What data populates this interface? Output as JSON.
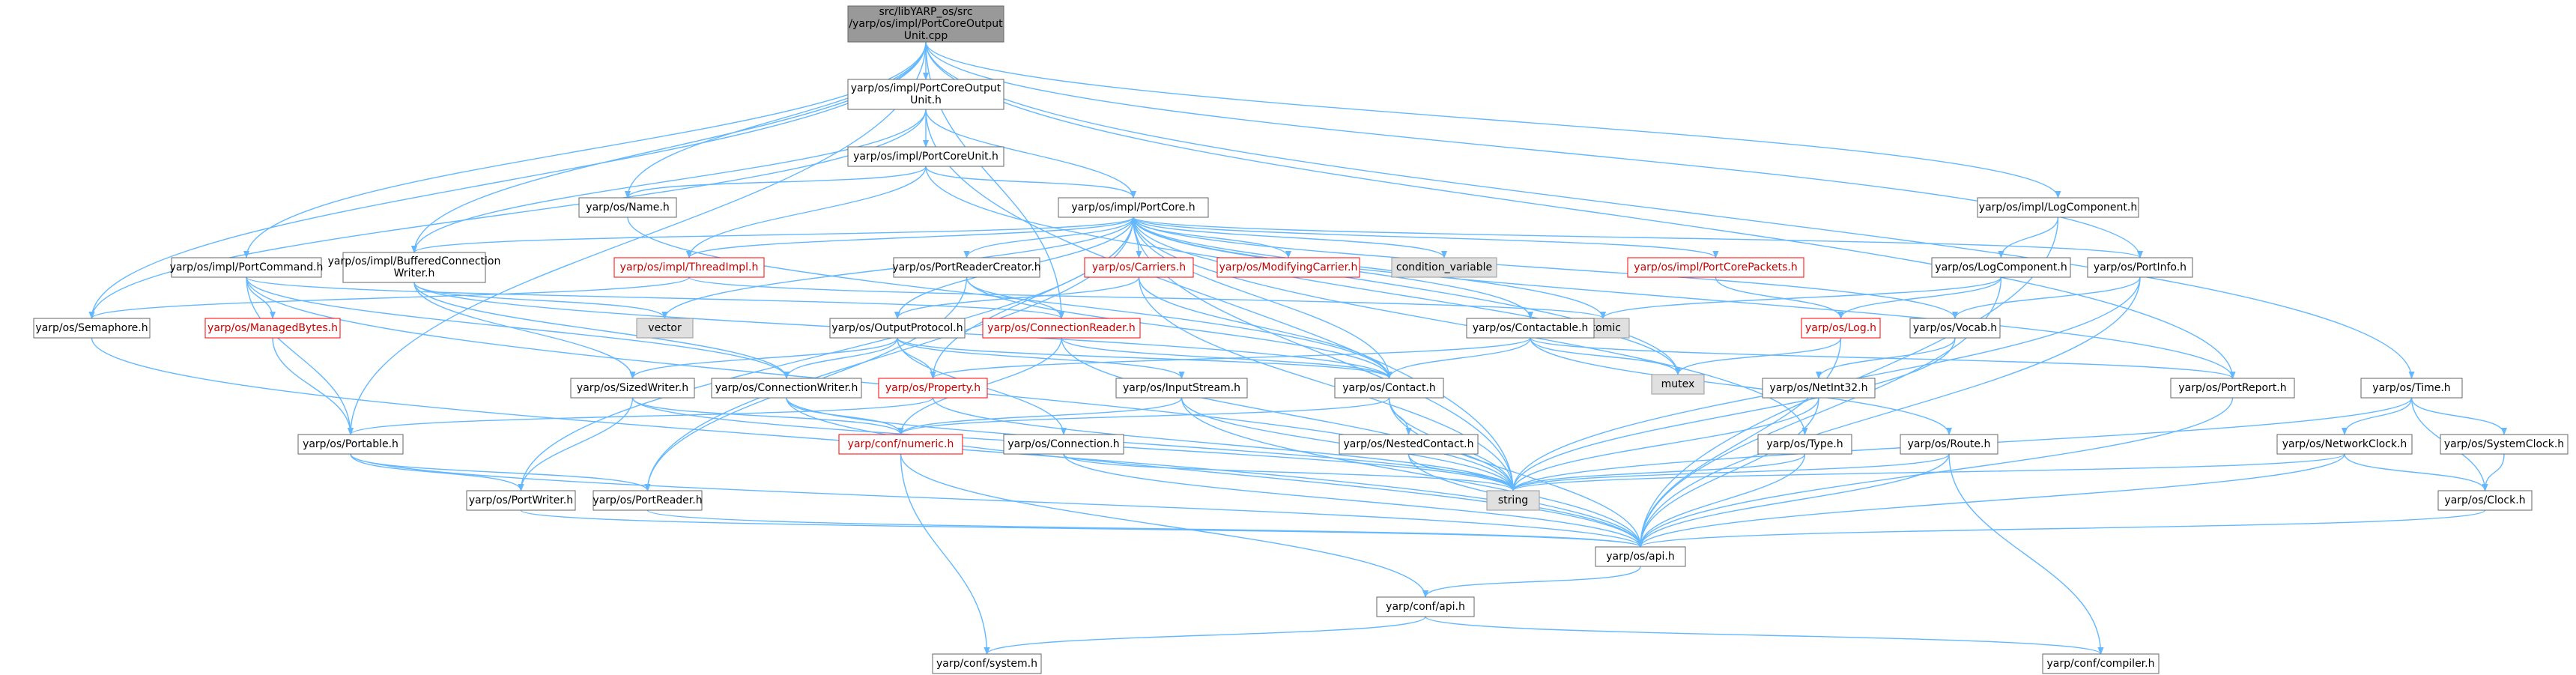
{
  "colors": {
    "edge": "#63b8ff",
    "root_fill": "#999999",
    "node_fill": "#ffffff",
    "node_border": "#666666",
    "external_fill": "#e0e0e0",
    "truncated_border": "#ff0000"
  },
  "nodes": [
    {
      "id": "root",
      "lines": [
        "src/libYARP_os/src",
        "/yarp/os/impl/PortCoreOutput",
        "Unit.cpp"
      ],
      "kind": "root"
    },
    {
      "id": "pcou_h",
      "lines": [
        "yarp/os/impl/PortCoreOutput",
        "Unit.h"
      ],
      "kind": "plain"
    },
    {
      "id": "pcu_h",
      "lines": [
        "yarp/os/impl/PortCoreUnit.h"
      ],
      "kind": "plain"
    },
    {
      "id": "name_h",
      "lines": [
        "yarp/os/Name.h"
      ],
      "kind": "plain"
    },
    {
      "id": "portcore_h",
      "lines": [
        "yarp/os/impl/PortCore.h"
      ],
      "kind": "plain"
    },
    {
      "id": "logcomp_impl_h",
      "lines": [
        "yarp/os/impl/LogComponent.h"
      ],
      "kind": "plain"
    },
    {
      "id": "portcommand_h",
      "lines": [
        "yarp/os/impl/PortCommand.h"
      ],
      "kind": "plain"
    },
    {
      "id": "bcw_h",
      "lines": [
        "yarp/os/impl/BufferedConnection",
        "Writer.h"
      ],
      "kind": "plain"
    },
    {
      "id": "threadimpl_h",
      "lines": [
        "yarp/os/impl/ThreadImpl.h"
      ],
      "kind": "red"
    },
    {
      "id": "prc_h",
      "lines": [
        "yarp/os/PortReaderCreator.h"
      ],
      "kind": "plain"
    },
    {
      "id": "carriers_h",
      "lines": [
        "yarp/os/Carriers.h"
      ],
      "kind": "red"
    },
    {
      "id": "modcarrier_h",
      "lines": [
        "yarp/os/ModifyingCarrier.h"
      ],
      "kind": "red"
    },
    {
      "id": "condvar",
      "lines": [
        "condition_variable"
      ],
      "kind": "ext"
    },
    {
      "id": "pcpackets_h",
      "lines": [
        "yarp/os/impl/PortCorePackets.h"
      ],
      "kind": "red"
    },
    {
      "id": "logcomp_h",
      "lines": [
        "yarp/os/LogComponent.h"
      ],
      "kind": "plain"
    },
    {
      "id": "portinfo_h",
      "lines": [
        "yarp/os/PortInfo.h"
      ],
      "kind": "plain"
    },
    {
      "id": "semaphore_h",
      "lines": [
        "yarp/os/Semaphore.h"
      ],
      "kind": "plain"
    },
    {
      "id": "managedbytes_h",
      "lines": [
        "yarp/os/ManagedBytes.h"
      ],
      "kind": "red"
    },
    {
      "id": "vector",
      "lines": [
        "vector"
      ],
      "kind": "ext"
    },
    {
      "id": "outputprotocol_h",
      "lines": [
        "yarp/os/OutputProtocol.h"
      ],
      "kind": "plain"
    },
    {
      "id": "connreader_h",
      "lines": [
        "yarp/os/ConnectionReader.h"
      ],
      "kind": "red"
    },
    {
      "id": "atomic",
      "lines": [
        "atomic"
      ],
      "kind": "ext"
    },
    {
      "id": "contactable_h",
      "lines": [
        "yarp/os/Contactable.h"
      ],
      "kind": "plain"
    },
    {
      "id": "log_h",
      "lines": [
        "yarp/os/Log.h"
      ],
      "kind": "red"
    },
    {
      "id": "vocab_h",
      "lines": [
        "yarp/os/Vocab.h"
      ],
      "kind": "plain"
    },
    {
      "id": "mutex",
      "lines": [
        "mutex"
      ],
      "kind": "ext"
    },
    {
      "id": "sizedwriter_h",
      "lines": [
        "yarp/os/SizedWriter.h"
      ],
      "kind": "plain"
    },
    {
      "id": "connwriter_h",
      "lines": [
        "yarp/os/ConnectionWriter.h"
      ],
      "kind": "plain"
    },
    {
      "id": "property_h",
      "lines": [
        "yarp/os/Property.h"
      ],
      "kind": "red"
    },
    {
      "id": "inputstream_h",
      "lines": [
        "yarp/os/InputStream.h"
      ],
      "kind": "plain"
    },
    {
      "id": "contact_h",
      "lines": [
        "yarp/os/Contact.h"
      ],
      "kind": "plain"
    },
    {
      "id": "netint32_h",
      "lines": [
        "yarp/os/NetInt32.h"
      ],
      "kind": "plain"
    },
    {
      "id": "portreport_h",
      "lines": [
        "yarp/os/PortReport.h"
      ],
      "kind": "plain"
    },
    {
      "id": "time_h",
      "lines": [
        "yarp/os/Time.h"
      ],
      "kind": "plain"
    },
    {
      "id": "portable_h",
      "lines": [
        "yarp/os/Portable.h"
      ],
      "kind": "plain"
    },
    {
      "id": "numeric_h",
      "lines": [
        "yarp/conf/numeric.h"
      ],
      "kind": "red"
    },
    {
      "id": "connection_h",
      "lines": [
        "yarp/os/Connection.h"
      ],
      "kind": "plain"
    },
    {
      "id": "nestedcontact_h",
      "lines": [
        "yarp/os/NestedContact.h"
      ],
      "kind": "plain"
    },
    {
      "id": "type_h",
      "lines": [
        "yarp/os/Type.h"
      ],
      "kind": "plain"
    },
    {
      "id": "route_h",
      "lines": [
        "yarp/os/Route.h"
      ],
      "kind": "plain"
    },
    {
      "id": "netclock_h",
      "lines": [
        "yarp/os/NetworkClock.h"
      ],
      "kind": "plain"
    },
    {
      "id": "sysclock_h",
      "lines": [
        "yarp/os/SystemClock.h"
      ],
      "kind": "plain"
    },
    {
      "id": "portwriter_h",
      "lines": [
        "yarp/os/PortWriter.h"
      ],
      "kind": "plain"
    },
    {
      "id": "portreader_h",
      "lines": [
        "yarp/os/PortReader.h"
      ],
      "kind": "plain"
    },
    {
      "id": "string",
      "lines": [
        "string"
      ],
      "kind": "ext"
    },
    {
      "id": "clock_h",
      "lines": [
        "yarp/os/Clock.h"
      ],
      "kind": "plain"
    },
    {
      "id": "api_h",
      "lines": [
        "yarp/os/api.h"
      ],
      "kind": "plain"
    },
    {
      "id": "confapi_h",
      "lines": [
        "yarp/conf/api.h"
      ],
      "kind": "plain"
    },
    {
      "id": "system_h",
      "lines": [
        "yarp/conf/system.h"
      ],
      "kind": "plain"
    },
    {
      "id": "compiler_h",
      "lines": [
        "yarp/conf/compiler.h"
      ],
      "kind": "plain"
    }
  ],
  "edges": [
    [
      "root",
      "pcou_h"
    ],
    [
      "root",
      "name_h"
    ],
    [
      "root",
      "portcommand_h"
    ],
    [
      "root",
      "bcw_h"
    ],
    [
      "root",
      "logcomp_impl_h"
    ],
    [
      "root",
      "semaphore_h"
    ],
    [
      "root",
      "portable_h"
    ],
    [
      "root",
      "portreport_h"
    ],
    [
      "root",
      "time_h"
    ],
    [
      "root",
      "portinfo_h"
    ],
    [
      "root",
      "connreader_h"
    ],
    [
      "pcou_h",
      "pcu_h"
    ],
    [
      "pcou_h",
      "portcore_h"
    ],
    [
      "pcou_h",
      "semaphore_h"
    ],
    [
      "pcou_h",
      "bcw_h"
    ],
    [
      "pcou_h",
      "string"
    ],
    [
      "pcu_h",
      "name_h"
    ],
    [
      "pcu_h",
      "portcore_h"
    ],
    [
      "pcu_h",
      "threadimpl_h"
    ],
    [
      "pcu_h",
      "mutex"
    ],
    [
      "name_h",
      "contact_h"
    ],
    [
      "portcore_h",
      "bcw_h"
    ],
    [
      "portcore_h",
      "threadimpl_h"
    ],
    [
      "portcore_h",
      "prc_h"
    ],
    [
      "portcore_h",
      "carriers_h"
    ],
    [
      "portcore_h",
      "modcarrier_h"
    ],
    [
      "portcore_h",
      "condvar"
    ],
    [
      "portcore_h",
      "pcpackets_h"
    ],
    [
      "portcore_h",
      "portinfo_h"
    ],
    [
      "portcore_h",
      "vector"
    ],
    [
      "portcore_h",
      "atomic"
    ],
    [
      "portcore_h",
      "mutex"
    ],
    [
      "portcore_h",
      "contactable_h"
    ],
    [
      "portcore_h",
      "outputprotocol_h"
    ],
    [
      "portcore_h",
      "contact_h"
    ],
    [
      "portcore_h",
      "portreport_h"
    ],
    [
      "portcore_h",
      "property_h"
    ],
    [
      "portcore_h",
      "portwriter_h"
    ],
    [
      "portcore_h",
      "portreader_h"
    ],
    [
      "portcore_h",
      "vocab_h"
    ],
    [
      "portcore_h",
      "type_h"
    ],
    [
      "portcore_h",
      "string"
    ],
    [
      "logcomp_impl_h",
      "logcomp_h"
    ],
    [
      "logcomp_impl_h",
      "api_h"
    ],
    [
      "logcomp_h",
      "log_h"
    ],
    [
      "logcomp_h",
      "atomic"
    ],
    [
      "logcomp_h",
      "api_h"
    ],
    [
      "portinfo_h",
      "vocab_h"
    ],
    [
      "portinfo_h",
      "string"
    ],
    [
      "portinfo_h",
      "api_h"
    ],
    [
      "portcommand_h",
      "managedbytes_h"
    ],
    [
      "portcommand_h",
      "portable_h"
    ],
    [
      "portcommand_h",
      "connwriter_h"
    ],
    [
      "portcommand_h",
      "connreader_h"
    ],
    [
      "portcommand_h",
      "string"
    ],
    [
      "bcw_h",
      "sizedwriter_h"
    ],
    [
      "bcw_h",
      "connwriter_h"
    ],
    [
      "bcw_h",
      "vector"
    ],
    [
      "bcw_h",
      "contact_h"
    ],
    [
      "threadimpl_h",
      "semaphore_h"
    ],
    [
      "threadimpl_h",
      "atomic"
    ],
    [
      "prc_h",
      "connreader_h"
    ],
    [
      "prc_h",
      "portreader_h"
    ],
    [
      "prc_h",
      "contact_h"
    ],
    [
      "carriers_h",
      "outputprotocol_h"
    ],
    [
      "carriers_h",
      "contact_h"
    ],
    [
      "carriers_h",
      "string"
    ],
    [
      "pcpackets_h",
      "log_h"
    ],
    [
      "log_h",
      "mutex"
    ],
    [
      "log_h",
      "api_h"
    ],
    [
      "vocab_h",
      "netint32_h"
    ],
    [
      "vocab_h",
      "string"
    ],
    [
      "semaphore_h",
      "api_h"
    ],
    [
      "managedbytes_h",
      "portable_h"
    ],
    [
      "outputprotocol_h",
      "sizedwriter_h"
    ],
    [
      "outputprotocol_h",
      "connwriter_h"
    ],
    [
      "outputprotocol_h",
      "property_h"
    ],
    [
      "outputprotocol_h",
      "inputstream_h"
    ],
    [
      "outputprotocol_h",
      "connection_h"
    ],
    [
      "outputprotocol_h",
      "contact_h"
    ],
    [
      "connreader_h",
      "contact_h"
    ],
    [
      "connreader_h",
      "numeric_h"
    ],
    [
      "connreader_h",
      "string"
    ],
    [
      "contactable_h",
      "contact_h"
    ],
    [
      "contactable_h",
      "mutex"
    ],
    [
      "contactable_h",
      "portreport_h"
    ],
    [
      "contactable_h",
      "property_h"
    ],
    [
      "contactable_h",
      "route_h"
    ],
    [
      "sizedwriter_h",
      "portwriter_h"
    ],
    [
      "sizedwriter_h",
      "numeric_h"
    ],
    [
      "sizedwriter_h",
      "string"
    ],
    [
      "connwriter_h",
      "numeric_h"
    ],
    [
      "connwriter_h",
      "string"
    ],
    [
      "connwriter_h",
      "api_h"
    ],
    [
      "property_h",
      "portable_h"
    ],
    [
      "property_h",
      "string"
    ],
    [
      "inputstream_h",
      "numeric_h"
    ],
    [
      "inputstream_h",
      "string"
    ],
    [
      "inputstream_h",
      "api_h"
    ],
    [
      "contact_h",
      "nestedcontact_h"
    ],
    [
      "contact_h",
      "string"
    ],
    [
      "contact_h",
      "numeric_h"
    ],
    [
      "contact_h",
      "api_h"
    ],
    [
      "netint32_h",
      "api_h"
    ],
    [
      "netint32_h",
      "string"
    ],
    [
      "portreport_h",
      "api_h"
    ],
    [
      "time_h",
      "netclock_h"
    ],
    [
      "time_h",
      "sysclock_h"
    ],
    [
      "time_h",
      "clock_h"
    ],
    [
      "time_h",
      "string"
    ],
    [
      "portable_h",
      "portwriter_h"
    ],
    [
      "portable_h",
      "portreader_h"
    ],
    [
      "portable_h",
      "api_h"
    ],
    [
      "numeric_h",
      "confapi_h"
    ],
    [
      "numeric_h",
      "system_h"
    ],
    [
      "connection_h",
      "string"
    ],
    [
      "connection_h",
      "api_h"
    ],
    [
      "nestedcontact_h",
      "string"
    ],
    [
      "nestedcontact_h",
      "api_h"
    ],
    [
      "type_h",
      "string"
    ],
    [
      "type_h",
      "api_h"
    ],
    [
      "route_h",
      "string"
    ],
    [
      "route_h",
      "api_h"
    ],
    [
      "route_h",
      "compiler_h"
    ],
    [
      "netclock_h",
      "clock_h"
    ],
    [
      "netclock_h",
      "api_h"
    ],
    [
      "netclock_h",
      "string"
    ],
    [
      "sysclock_h",
      "clock_h"
    ],
    [
      "portwriter_h",
      "api_h"
    ],
    [
      "portreader_h",
      "api_h"
    ],
    [
      "clock_h",
      "api_h"
    ],
    [
      "api_h",
      "confapi_h"
    ],
    [
      "confapi_h",
      "compiler_h"
    ],
    [
      "confapi_h",
      "system_h"
    ]
  ]
}
